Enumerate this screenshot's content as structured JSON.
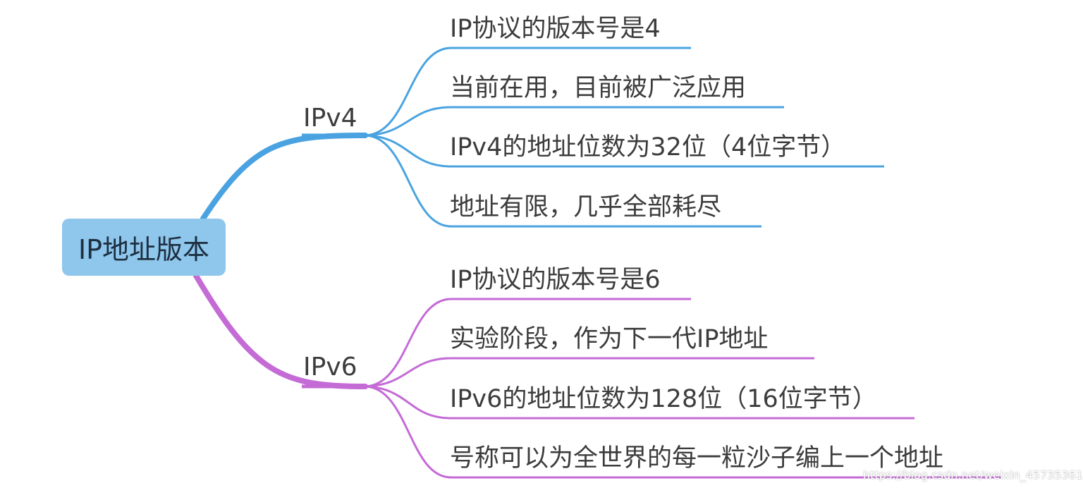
{
  "colors": {
    "root_fill": "#8ec6ec",
    "ipv4_branch": "#4aa3e0",
    "ipv6_branch": "#c46bd6"
  },
  "root": {
    "label": "IP地址版本"
  },
  "branches": [
    {
      "label": "IPv4",
      "leaves": [
        "IP协议的版本号是4",
        "当前在用，目前被广泛应用",
        "IPv4的地址位数为32位（4位字节）",
        "地址有限，几乎全部耗尽"
      ]
    },
    {
      "label": "IPv6",
      "leaves": [
        "IP协议的版本号是6",
        "实验阶段，作为下一代IP地址",
        "IPv6的地址位数为128位（16位字节）",
        "号称可以为全世界的每一粒沙子编上一个地址"
      ]
    }
  ],
  "watermark": "https://blog.csdn.net/weixin_45735361"
}
